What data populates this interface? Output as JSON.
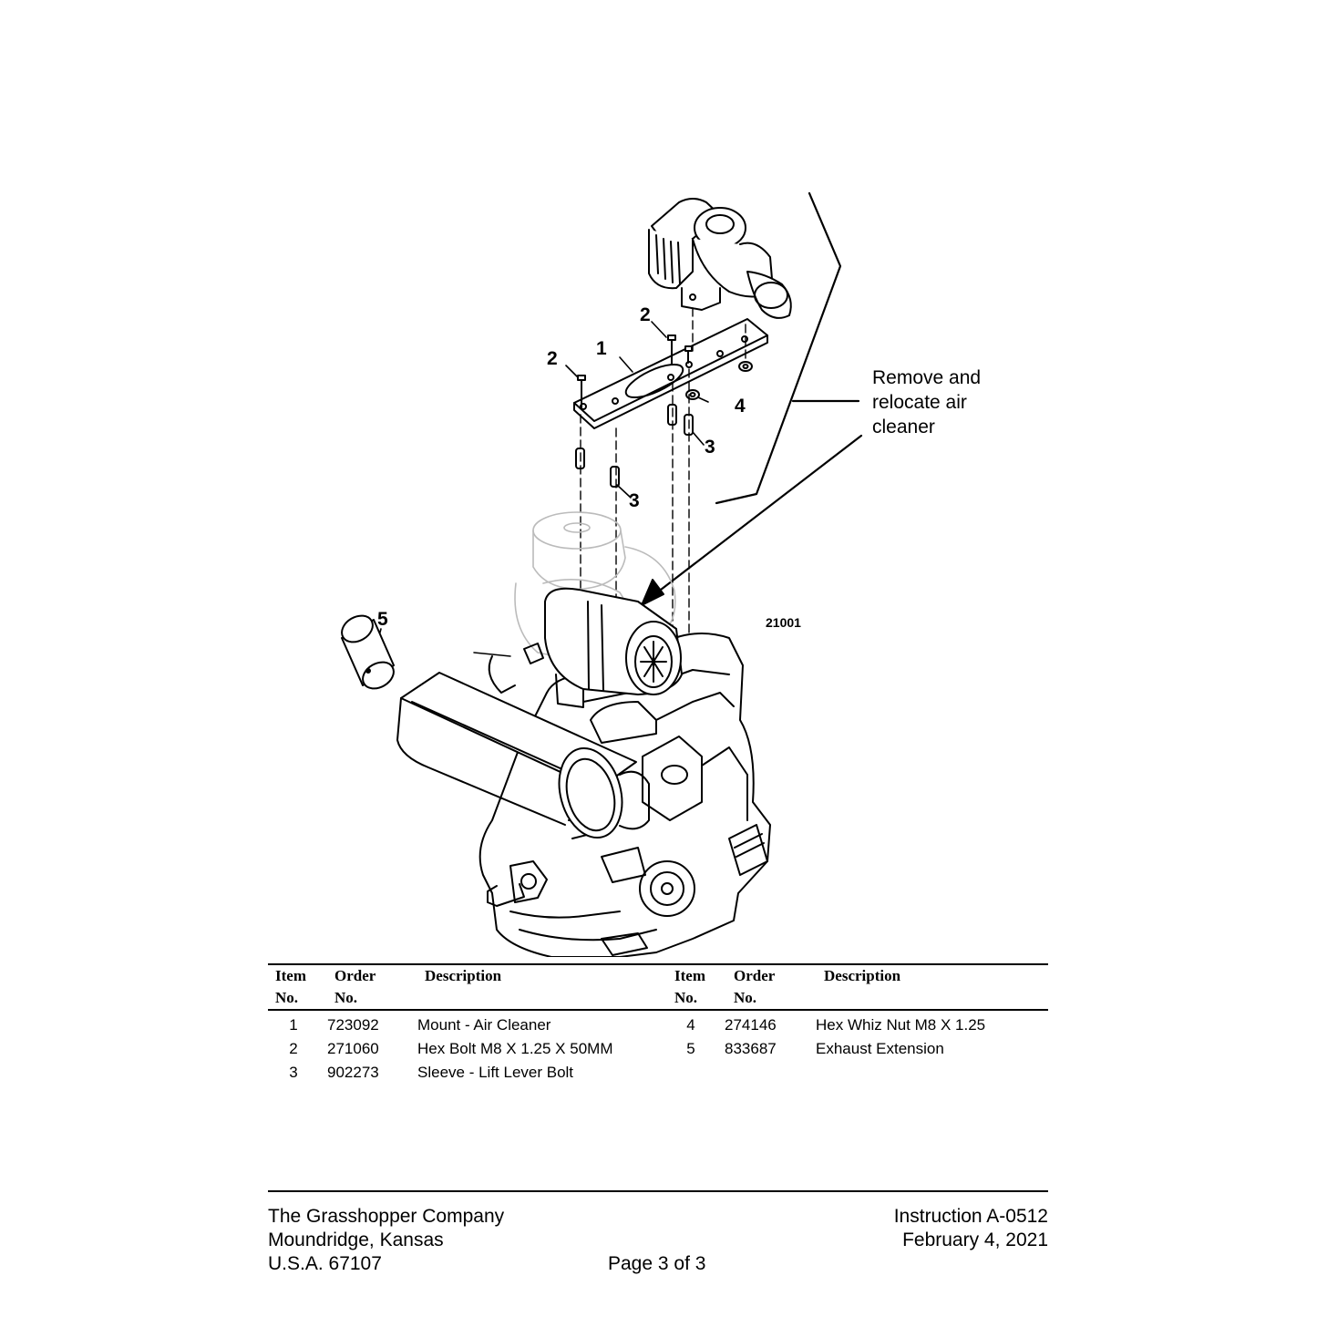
{
  "figure": {
    "callouts": [
      "1",
      "2",
      "2",
      "3",
      "3",
      "4",
      "5"
    ],
    "note": [
      "Remove and",
      "relocate air",
      "cleaner"
    ],
    "figure_number": "21001"
  },
  "table": {
    "headers_left": [
      [
        "Item",
        "No."
      ],
      [
        "Order",
        "No."
      ],
      [
        "Description",
        ""
      ]
    ],
    "headers_right": [
      [
        "Item",
        "No."
      ],
      [
        "Order",
        "No."
      ],
      [
        "Description",
        ""
      ]
    ],
    "left_rows": [
      {
        "item": "1",
        "order": "723092",
        "desc": "Mount - Air Cleaner"
      },
      {
        "item": "2",
        "order": "271060",
        "desc": "Hex Bolt M8 X 1.25 X 50MM"
      },
      {
        "item": "3",
        "order": "902273",
        "desc": "Sleeve - Lift Lever Bolt"
      }
    ],
    "right_rows": [
      {
        "item": "4",
        "order": "274146",
        "desc": "Hex Whiz Nut M8 X 1.25"
      },
      {
        "item": "5",
        "order": "833687",
        "desc": "Exhaust Extension"
      }
    ]
  },
  "footer": {
    "company": "The Grasshopper Company",
    "city": "Moundridge, Kansas",
    "country": "U.S.A. 67107",
    "page": "Page 3 of 3",
    "instruction": "Instruction A-0512",
    "date": "February 4, 2021"
  }
}
